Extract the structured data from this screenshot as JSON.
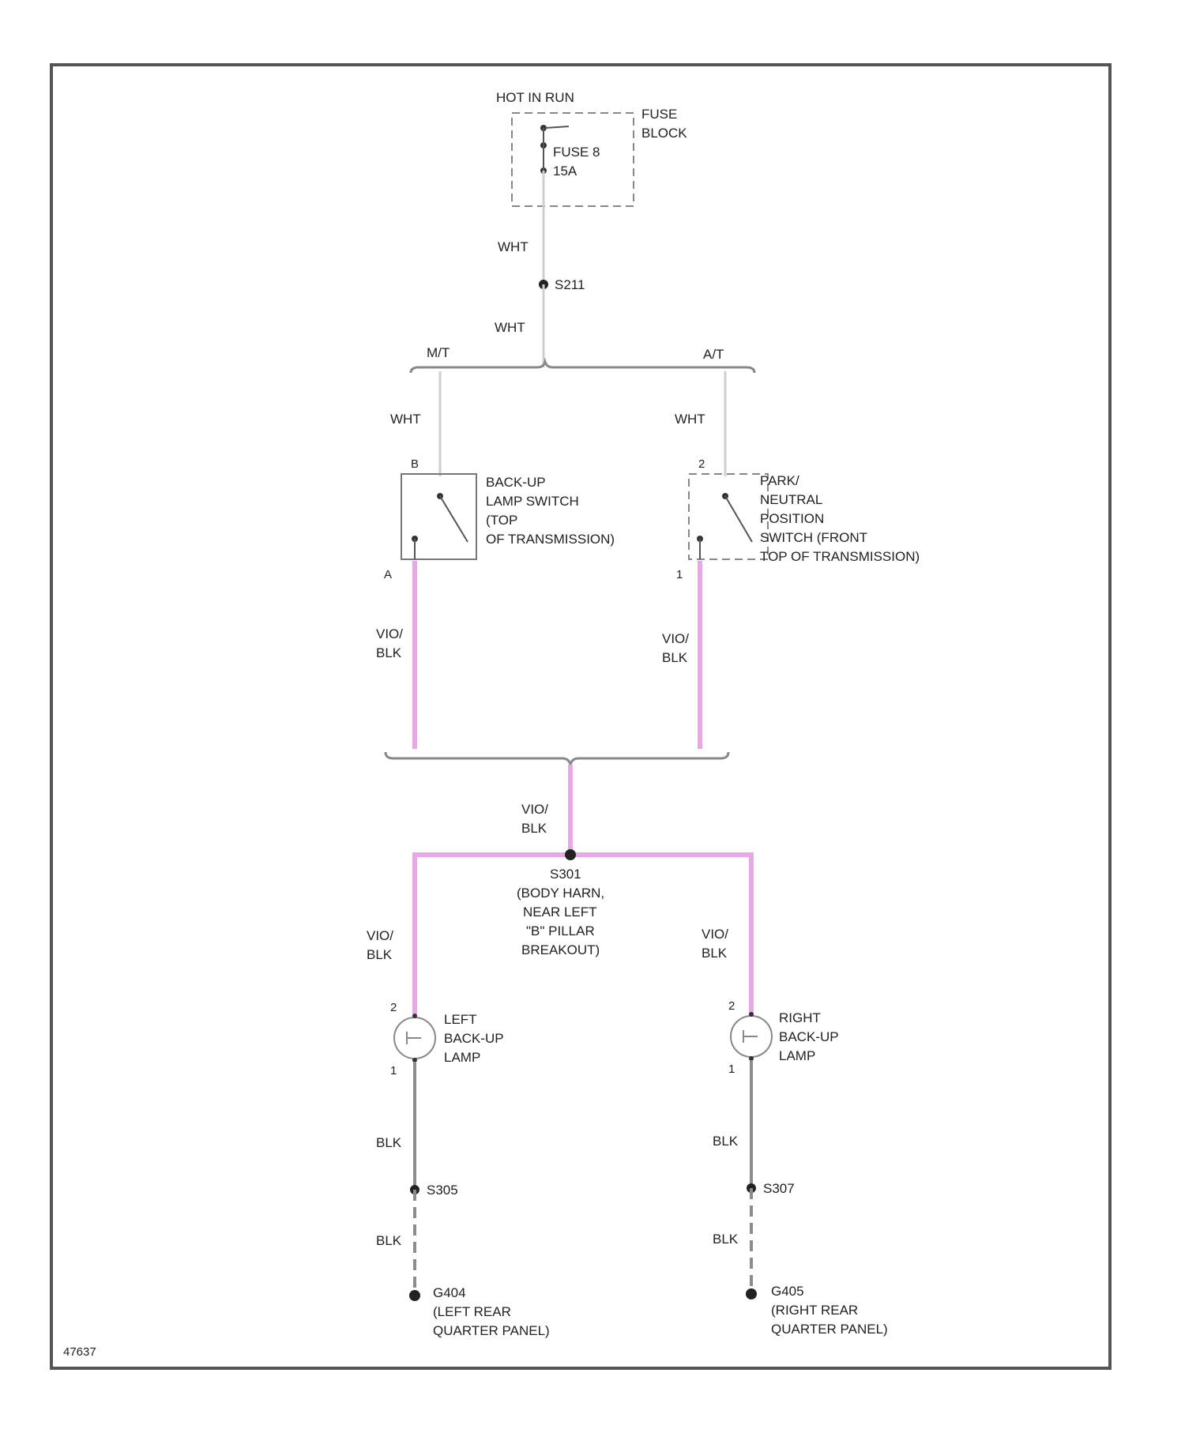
{
  "power": {
    "label": "HOT IN RUN"
  },
  "fuse_block": {
    "line1": "FUSE",
    "line2": "BLOCK"
  },
  "fuse": {
    "line1": "FUSE 8",
    "line2": "15A"
  },
  "wires": {
    "wht_1": "WHT",
    "wht_2": "WHT",
    "wht_mt": "WHT",
    "wht_at": "WHT",
    "vio_blk_a": [
      "VIO/",
      "BLK"
    ],
    "vio_blk_b": [
      "VIO/",
      "BLK"
    ],
    "vio_blk_c": [
      "VIO/",
      "BLK"
    ],
    "vio_blk_d": [
      "VIO/",
      "BLK"
    ],
    "vio_blk_e": [
      "VIO/",
      "BLK"
    ],
    "blk_l1": "BLK",
    "blk_l2": "BLK",
    "blk_r1": "BLK",
    "blk_r2": "BLK"
  },
  "splices": {
    "s211": "S211",
    "s301": "S301",
    "s305": "S305",
    "s307": "S307"
  },
  "branches": {
    "mt": "M/T",
    "at": "A/T"
  },
  "backup_switch": {
    "pin_top": "B",
    "pin_bottom": "A",
    "lines": [
      "BACK-UP",
      "LAMP SWITCH",
      "(TOP",
      "OF TRANSMISSION)"
    ]
  },
  "pn_switch": {
    "pin_top": "2",
    "pin_bottom": "1",
    "lines": [
      "PARK/",
      "NEUTRAL",
      "POSITION",
      "SWITCH (FRONT",
      "TOP OF TRANSMISSION)"
    ]
  },
  "splice_desc": [
    "(BODY HARN,",
    "NEAR LEFT",
    "\"B\" PILLAR",
    "BREAKOUT)"
  ],
  "left_lamp": {
    "pin_top": "2",
    "pin_bottom": "1",
    "lines": [
      "LEFT",
      "BACK-UP",
      "LAMP"
    ]
  },
  "right_lamp": {
    "pin_top": "2",
    "pin_bottom": "1",
    "lines": [
      "RIGHT",
      "BACK-UP",
      "LAMP"
    ]
  },
  "left_ground": {
    "id": "G404",
    "lines": [
      "(LEFT REAR",
      "QUARTER PANEL)"
    ]
  },
  "right_ground": {
    "id": "G405",
    "lines": [
      "(RIGHT REAR",
      "QUARTER PANEL)"
    ]
  },
  "figure_code": "47637",
  "colors": {
    "wire_vio_blk": "#e8a8e8",
    "wire_blk": "#8c8c8c",
    "wire_wht": "#cfcfcf",
    "line": "#555555"
  }
}
